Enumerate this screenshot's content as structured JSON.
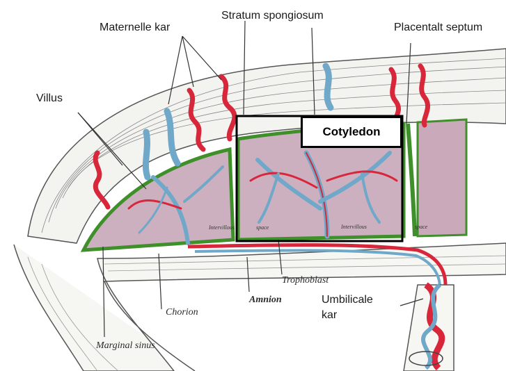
{
  "labels": {
    "maternal_vessels": "Maternelle kar",
    "stratum_spongiosum": "Stratum spongiosum",
    "placental_septum": "Placentalt septum",
    "villus": "Villus",
    "cotyledon": "Cotyledon",
    "umbilical_vessels_line1": "Umbilicale",
    "umbilical_vessels_line2": "kar"
  },
  "engraved_labels": {
    "trophoblast": "Trophoblast",
    "amnion": "Amnion",
    "chorion": "Chorion",
    "marginal_sinus": "Marginal sinus",
    "intervillous_space_1": "Intervillous",
    "space_1": "space",
    "intervillous_space_2": "Intervillous",
    "space_2": "space"
  },
  "colors": {
    "artery": "#d8263a",
    "vein": "#6fa8c8",
    "chorion_border": "#3f8f2a",
    "intervillous_fill": "#cdb0bf",
    "decidua_fill": "#f3f3f0",
    "line": "#444444"
  }
}
